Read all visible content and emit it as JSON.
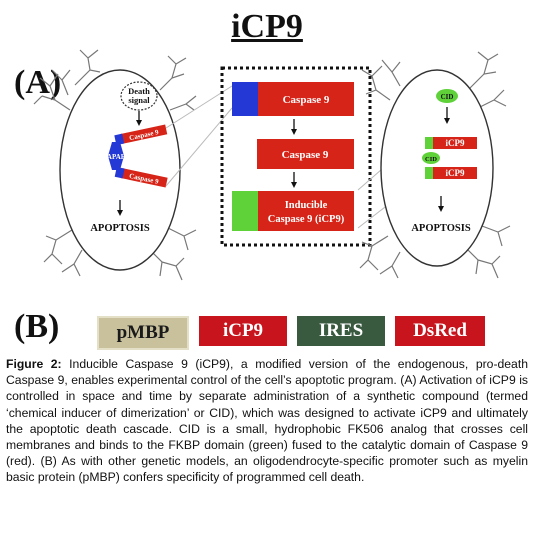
{
  "figure": {
    "title": "iCP9",
    "panel_a_label": "(A)",
    "panel_b_label": "(B)",
    "left_cell": {
      "death_signal": [
        "Death",
        "signal"
      ],
      "caspase_top": "Caspase 9",
      "apaf": "APAF",
      "caspase_bottom": "Caspase 9",
      "outcome": "APOPTOSIS"
    },
    "center": {
      "box1": "Caspase 9",
      "box2": "Caspase 9",
      "box3_line1": "Inducible",
      "box3_line2": "Caspase 9 (iCP9)"
    },
    "right_cell": {
      "cid_top": "CID",
      "icp9_top": "iCP9",
      "cid_mid": "CID",
      "icp9_bottom": "iCP9",
      "outcome": "APOPTOSIS"
    },
    "legend": [
      {
        "label": "pMBP",
        "bg": "#c8c19c",
        "fg": "#1a1a1a"
      },
      {
        "label": "iCP9",
        "bg": "#c8141c",
        "fg": "#ffffff"
      },
      {
        "label": "IRES",
        "bg": "#3a5a40",
        "fg": "#ffffff"
      },
      {
        "label": "DsRed",
        "bg": "#c8141c",
        "fg": "#ffffff"
      }
    ],
    "colors": {
      "caspase_red": "#d62418",
      "fkbp_green": "#5fd23a",
      "apaf_blue": "#2438d6"
    }
  },
  "caption": {
    "label": "Figure 2:",
    "text": " Inducible Caspase 9 (iCP9), a modified version of the endogenous, pro-death Caspase 9, enables experimental control of the cell’s apoptotic program. (A) Activation of iCP9 is controlled in space and time by separate administration of a synthetic compound (termed ‘chemical inducer of dimerization’ or CID), which was designed to activate iCP9 and ultimately the apoptotic death cascade. CID is a small, hydrophobic FK506 analog that crosses cell membranes and binds to the FKBP domain (green) fused to the catalytic domain of Caspase 9 (red). (B) As with other genetic models, an oligodendrocyte-specific promoter such as myelin basic protein (pMBP) confers specificity of programmed cell death."
  }
}
